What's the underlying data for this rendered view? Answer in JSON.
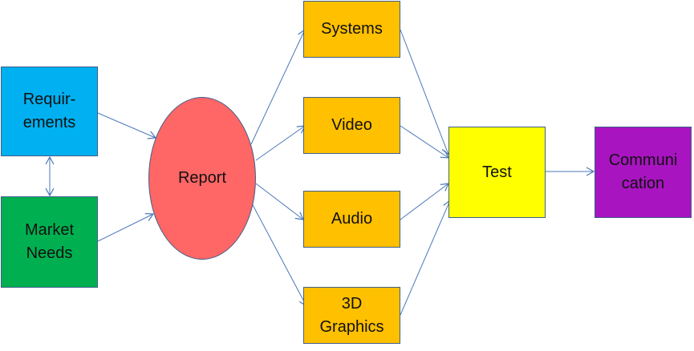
{
  "nodes": {
    "requirements": {
      "label": "Requir-\nements",
      "color": "#00b0f0"
    },
    "market_needs": {
      "label": "Market\nNeeds",
      "color": "#00b050"
    },
    "report": {
      "label": "Report",
      "color": "#ff6666"
    },
    "systems": {
      "label": "Systems",
      "color": "#ffc000"
    },
    "video": {
      "label": "Video",
      "color": "#ffc000"
    },
    "audio": {
      "label": "Audio",
      "color": "#ffc000"
    },
    "graphics_3d": {
      "label": "3D\nGraphics",
      "color": "#ffc000"
    },
    "test": {
      "label": "Test",
      "color": "#ffff00"
    },
    "communication": {
      "label": "Communi\ncation",
      "color": "#a814c0"
    }
  },
  "edges": [
    {
      "from": "requirements",
      "to": "report"
    },
    {
      "from": "market_needs",
      "to": "report"
    },
    {
      "from": "requirements",
      "to": "market_needs",
      "bidirectional": true
    },
    {
      "from": "report",
      "to": "systems"
    },
    {
      "from": "report",
      "to": "video"
    },
    {
      "from": "report",
      "to": "audio"
    },
    {
      "from": "report",
      "to": "graphics_3d"
    },
    {
      "from": "systems",
      "to": "test"
    },
    {
      "from": "video",
      "to": "test"
    },
    {
      "from": "audio",
      "to": "test"
    },
    {
      "from": "graphics_3d",
      "to": "test"
    },
    {
      "from": "test",
      "to": "communication"
    }
  ],
  "colors": {
    "edge": "#4a78b8",
    "node_border": "#3f5f8a"
  }
}
